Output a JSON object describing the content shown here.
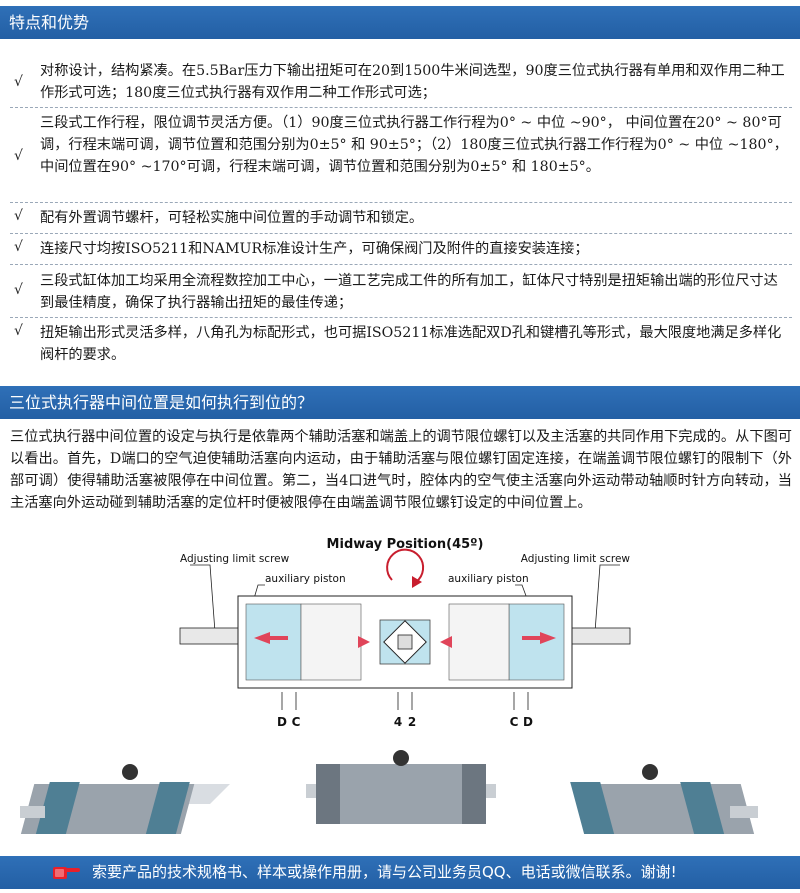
{
  "section1": {
    "title": "特点和优势",
    "check_mark": "√",
    "items": [
      "对称设计，结构紧凑。在5.5Bar压力下输出扭矩可在20到1500牛米间选型，90度三位式执行器有单用和双作用二种工作形式可选；180度三位式执行器有双作用二种工作形式可选；",
      "三段式工作行程，限位调节灵活方便。（1）90度三位式执行器工作行程为0°  ~ 中位  ~90°，  中间位置在20°  ~  80°可调，行程末端可调，调节位置和范围分别为0±5°  和  90±5°；（2）180度三位式执行器工作行程为0°  ~ 中位  ~180°，  中间位置在90°  ~170°可调，行程末端可调，调节位置和范围分别为0±5°  和  180±5°。",
      "配有外置调节螺杆，可轻松实施中间位置的手动调节和锁定。",
      "连接尺寸均按ISO5211和NAMUR标准设计生产，可确保阀门及附件的直接安装连接；",
      "三段式缸体加工均采用全流程数控加工中心，一道工艺完成工件的所有加工，缸体尺寸特别是扭矩输出端的形位尺寸达到最佳精度，确保了执行器输出扭矩的最佳传递；",
      "扭矩输出形式灵活多样，八角孔为标配形式，也可据ISO5211标准选配双D孔和键槽孔等形式，最大限度地满足多样化阀杆的要求。"
    ]
  },
  "section2": {
    "title": "三位式执行器中间位置是如何执行到位的？",
    "paragraph": "三位式执行器中间位置的设定与执行是依靠两个辅助活塞和端盖上的调节限位螺钉以及主活塞的共同作用下完成的。从下图可以看出。首先，D端口的空气迫使辅助活塞向内运动，由于辅助活塞与限位螺钉固定连接，在端盖调节限位螺钉的限制下（外部可调）使得辅助活塞被限停在中间位置。第二，当4口进气时，腔体内的空气使主活塞向外运动带动轴顺时针方向转动，当主活塞向外运动碰到辅助活塞的定位杆时便被限停在由端盖调节限位螺钉设定的中间位置上。"
  },
  "diagram": {
    "title": "Midway Position(45º)",
    "left_screw_label": "Adjusting limit screw",
    "right_screw_label": "Adjusting limit screw",
    "left_piston_label": "auxiliary piston",
    "right_piston_label": "auxiliary piston",
    "port_labels": [
      "D",
      "C",
      "4",
      "2",
      "C",
      "D"
    ],
    "colors": {
      "cylinder_fill": "#bfe3ee",
      "arrow": "#e0455a",
      "rotation_arrow": "#c81e2e"
    }
  },
  "footer": {
    "text": "索要产品的技术规格书、样本或操作用册，请与公司业务员QQ、电话或微信联系。谢谢!"
  }
}
